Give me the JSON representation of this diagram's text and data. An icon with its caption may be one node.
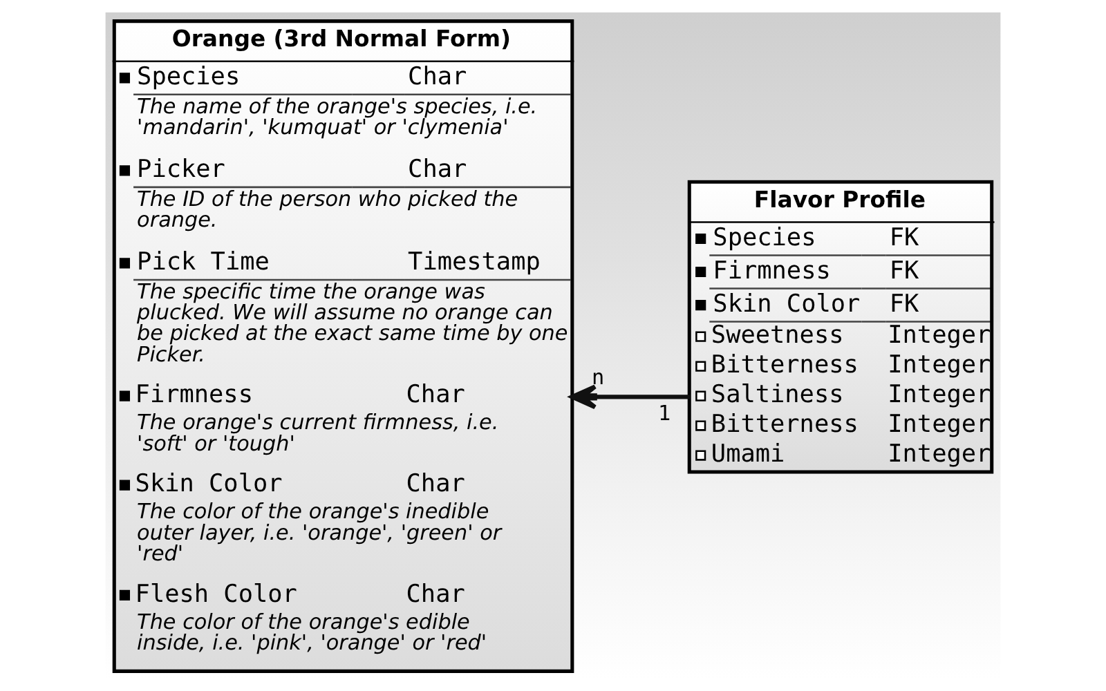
{
  "diagram": {
    "nodes": [
      {
        "text": [
          "Orange (3rd Normal Form)",
          "Species",
          "Char",
          "The name of the orange's species, i.e. 'mandarin', 'kumquat' or 'clymenia'",
          "Picker",
          "Char",
          "The ID of the person who picked the orange.",
          "Pick Time",
          "Timestamp",
          "The specific time the orange was plucked. We will assume no orange can be picked at the exact same time by one Picker.",
          "Firmness",
          "Char",
          "The orange's current firmness, i.e. 'soft' or 'tough'",
          "Skin Color",
          "Char",
          "The color of the orange's inedible outer layer, i.e. 'orange', 'green' or 'red'",
          "Flesh Color",
          "Char",
          "The color of the orange's edible inside, i.e. 'pink', 'orange' or 'red'"
        ]
      },
      {
        "text": [
          "Flavor Profile",
          "Species",
          "FK",
          "Firmness",
          "FK",
          "Skin Color",
          "FK",
          "Sweetness",
          "Integer",
          "Bitterness",
          "Integer",
          "Saltiness",
          "Integer",
          "Bitterness",
          "Integer",
          "Umami",
          "Integer"
        ]
      }
    ],
    "edges": [
      {
        "from": 1,
        "to": 0,
        "arrow": "to"
      }
    ],
    "labels": [
      "1",
      "n"
    ]
  }
}
